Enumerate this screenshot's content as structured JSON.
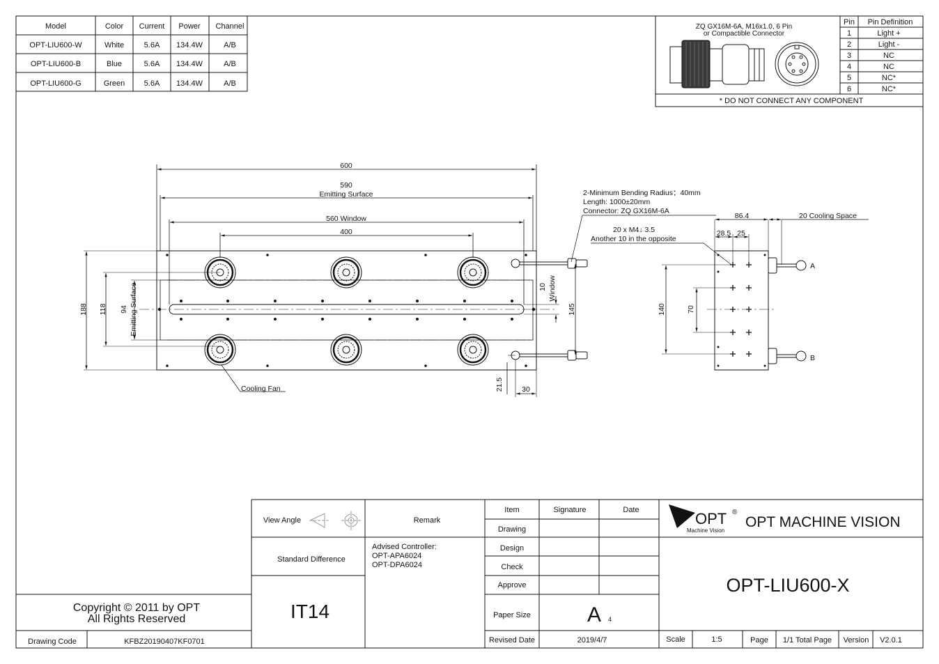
{
  "spec_table": {
    "headers": [
      "Model",
      "Color",
      "Current",
      "Power",
      "Channel"
    ],
    "rows": [
      [
        "OPT-LIU600-W",
        "White",
        "5.6A",
        "134.4W",
        "A/B"
      ],
      [
        "OPT-LIU600-B",
        "Blue",
        "5.6A",
        "134.4W",
        "A/B"
      ],
      [
        "OPT-LIU600-G",
        "Green",
        "5.6A",
        "134.4W",
        "A/B"
      ]
    ]
  },
  "connector": {
    "title_line1": "ZQ GX16M-6A, M16x1.0, 6 Pin",
    "title_line2": "or Compactible Connector",
    "pin_header": "Pin",
    "def_header": "Pin Definition",
    "pins": [
      {
        "pin": "1",
        "def": "Light +"
      },
      {
        "pin": "2",
        "def": "Light -"
      },
      {
        "pin": "3",
        "def": "NC"
      },
      {
        "pin": "4",
        "def": "NC"
      },
      {
        "pin": "5",
        "def": "NC*"
      },
      {
        "pin": "6",
        "def": "NC*"
      }
    ],
    "note": "* DO NOT CONNECT ANY COMPONENT"
  },
  "drawing": {
    "dim_600": "600",
    "dim_590": "590",
    "emitting_surface": "Emitting Surface",
    "window_560": "560 Window",
    "dim_400": "400",
    "dim_188": "188",
    "dim_118": "118",
    "dim_94": "94",
    "emitting_surface_v": "Emitting Surface",
    "dim_10": "10",
    "window_v": "Window",
    "dim_145": "145",
    "dim_21_5": "21.5",
    "dim_30": "30",
    "cooling_fan": "Cooling Fan",
    "cable_note1": "2-Minimum Bending Radius：40mm",
    "cable_note2": "Length: 1000±20mm",
    "cable_note3": "Connector: ZQ GX16M-6A",
    "dim_86_4": "86.4",
    "cooling_space": "20 Cooling Space",
    "dim_28_5": "28.5",
    "dim_25": "25",
    "holes_note": "20 x M4↓ 3.5",
    "holes_note2": "Another 10 in the opposite",
    "dim_140": "140",
    "dim_70": "70",
    "label_a": "A",
    "label_b": "B"
  },
  "title_block": {
    "view_angle": "View Angle",
    "remark": "Remark",
    "standard_difference": "Standard Difference",
    "advised_line1": "Advised Controller:",
    "advised_line2": "OPT-APA6024",
    "advised_line3": "OPT-DPA6024",
    "tolerance": "IT14",
    "item": "Item",
    "signature": "Signature",
    "date": "Date",
    "drawing": "Drawing",
    "design": "Design",
    "check": "Check",
    "approve": "Approve",
    "paper_size": "Paper Size",
    "paper_value": "A",
    "paper_sub": "4",
    "revised_date": "Revised Date",
    "revised_value": "2019/4/7",
    "logo_text": "OPT",
    "logo_reg": "®",
    "logo_sub": "Machine Vision",
    "company": "OPT MACHINE VISION",
    "product": "OPT-LIU600-X",
    "scale": "Scale",
    "scale_value": "1:5",
    "page": "Page",
    "page_value": "1/1 Total Page",
    "version": "Version",
    "version_value": "V2.0.1",
    "copyright_line1": "Copyright © 2011 by OPT",
    "copyright_line2": "All Rights Reserved",
    "drawing_code": "Drawing Code",
    "drawing_code_value": "KFBZ20190407KF0701"
  }
}
